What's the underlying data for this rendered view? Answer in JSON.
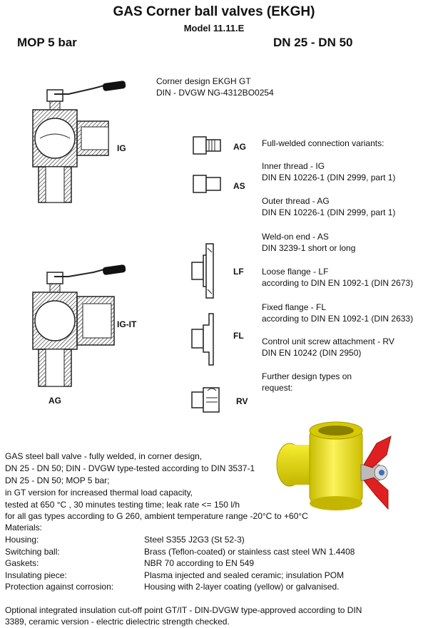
{
  "header": {
    "title": "GAS Corner ball valves (EKGH)",
    "model": "Model 11.11.E",
    "mop": "MOP 5 bar",
    "dn_range": "DN 25 - DN 50"
  },
  "corner_design": {
    "line1": "Corner design EKGH GT",
    "line2": "DIN - DVGW NG-4312BO0254"
  },
  "valve_labels": {
    "ig": "IG",
    "ig_it": "IG-IT",
    "ag": "AG"
  },
  "connection_labels": {
    "ag": "AG",
    "as": "AS",
    "lf": "LF",
    "fl": "FL",
    "rv": "RV"
  },
  "variants": {
    "heading": "Full-welded connection variants:",
    "items": [
      {
        "name": "Inner thread - IG",
        "spec": "DIN EN 10226-1 (DIN 2999, part 1)"
      },
      {
        "name": "Outer thread - AG",
        "spec": "DIN EN 10226-1 (DIN 2999, part 1)"
      },
      {
        "name": "Weld-on end - AS",
        "spec": "DIN 3239-1 short or long"
      },
      {
        "name": "Loose flange - LF",
        "spec": "according to DIN EN 1092-1 (DIN 2673)"
      },
      {
        "name": "Fixed flange - FL",
        "spec": "according to DIN EN 1092-1 (DIN 2633)"
      },
      {
        "name": "Control unit screw attachment - RV",
        "spec": "DIN EN 10242  (DIN 2950)"
      }
    ],
    "further_1": "Further design types on",
    "further_2": "request:"
  },
  "description": [
    "GAS steel ball valve - fully welded, in corner design,",
    "DN 25 - DN 50; DIN - DVGW type-tested according to DIN 3537-1",
    "DN 25 - DN 50;  MOP 5 bar;",
    "in GT version for increased thermal load capacity,",
    "tested at  650 °C , 30 minutes testing time; leak rate <= 150 l/h",
    "for all gas types according to G 260, ambient temperature range -20°C to +60°C"
  ],
  "materials": {
    "heading": "Materials:",
    "rows": [
      {
        "key": "Housing:",
        "value": "Steel S355 J2G3 (St 52-3)"
      },
      {
        "key": "Switching ball:",
        "value": "Brass (Teflon-coated) or stainless cast steel WN 1.4408"
      },
      {
        "key": "Gaskets:",
        "value": "NBR 70 according to EN 549"
      },
      {
        "key": "Insulating piece:",
        "value": "Plasma injected and sealed ceramic; insulation POM"
      },
      {
        "key": "Protection against corrosion:",
        "value": "Housing with 2-layer coating (yellow) or galvanised."
      }
    ]
  },
  "footer": {
    "line1": "Optional integrated insulation cut-off point GT/IT - DIN-DVGW type-approved according to DIN",
    "line2": "3389, ceramic version - electric dielectric strength checked."
  },
  "colors": {
    "valve_body": "#f2e600",
    "handle": "#e02020",
    "hatch": "#222222"
  }
}
